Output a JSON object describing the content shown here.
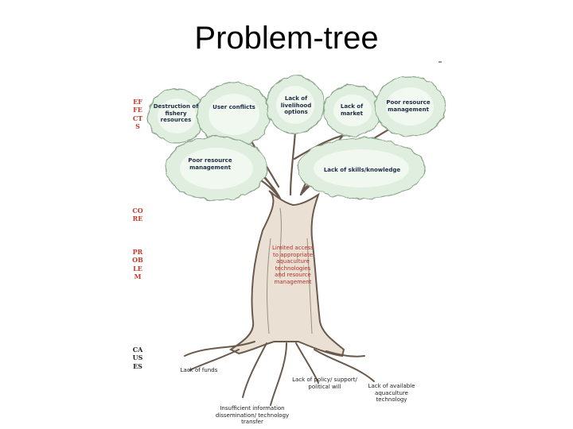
{
  "title": "Problem-tree",
  "side_labels": {
    "effects": "EFFECTS",
    "core_problem_1": "CORE",
    "core_problem_2": "PROBLEM",
    "causes": "CAUSES"
  },
  "effects": {
    "destruction": "Destruction of fishery resources",
    "user_conflicts": "User conflicts",
    "livelihood": "Lack of livelihood options",
    "market": "Lack of market",
    "poor_mgmt_top": "Poor resource management",
    "poor_mgmt_mid": "Poor resource management",
    "skills": "Lack of skills/knowledge"
  },
  "core_problem": "Limited access to appropriate aquaculture technologies and resource management",
  "causes": {
    "funds": "Lack of funds",
    "policy": "Lack of policy/ support/ political will",
    "technology": "Lack of available aquaculture technology",
    "information": "Insufficient information dissemination/ technology transfer"
  },
  "colors": {
    "foliage": "#dfeede",
    "trunk": "#ebe0d4",
    "bark_line": "#6a5a4c",
    "core_text": "#b3302a",
    "label_text": "#1f2a44"
  }
}
